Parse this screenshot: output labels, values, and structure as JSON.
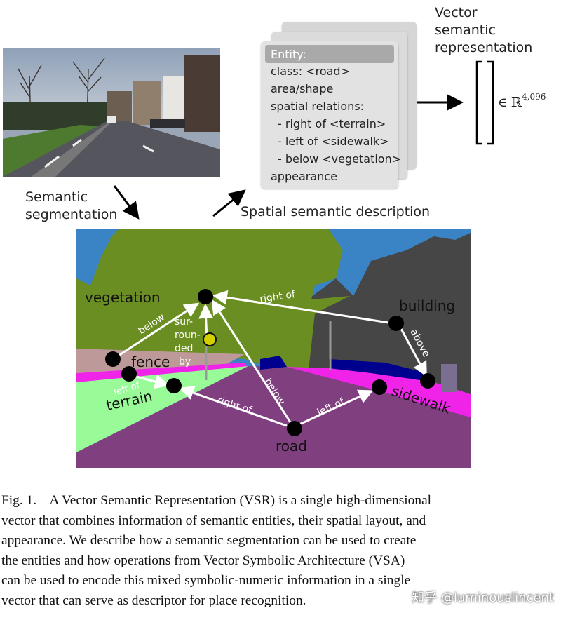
{
  "top": {
    "vector_heading": [
      "Vector",
      "semantic",
      "representation"
    ],
    "math": {
      "symbol": "∈ ℝ",
      "exponent": "4,096"
    },
    "seg_label": [
      "Semantic",
      "segmentation"
    ],
    "spatial_label": "Spatial semantic description"
  },
  "card": {
    "title": "Entity:",
    "lines": [
      "class: <road>",
      "area/shape",
      "spatial relations:",
      "- right of <terrain>",
      "- left of <sidewalk>",
      "- below <vegetation>",
      "appearance"
    ]
  },
  "segmap": {
    "classes": {
      "vegetation": "vegetation",
      "building": "building",
      "fence": "fence",
      "terrain": "terrain",
      "sidewalk": "sidewalk",
      "road": "road"
    },
    "relations": {
      "below_1": "below",
      "right_of_top": "right of",
      "surrounded": [
        "sur-",
        "roun-",
        "ded",
        "by"
      ],
      "above": "above",
      "left_of_small": "left of",
      "right_of_bottom": "right of",
      "below_2": "below",
      "left_of_bottom": "left of"
    },
    "colors": {
      "sky": "#3a83c4",
      "vegetation": "#6b8e23",
      "building": "#464646",
      "road": "#80407f",
      "sidewalk": "#f023e8",
      "terrain": "#98fb98",
      "fence": "#be9999",
      "car": "#00008e"
    }
  },
  "caption": {
    "lines": [
      "Fig. 1.    A Vector Semantic Representation (VSR) is a single high-dimensional",
      "vector that combines information of semantic entities, their spatial layout, and",
      "appearance. We describe how a semantic segmentation can be used to create",
      "the entities and how operations from Vector Symbolic Architecture (VSA)",
      "can be used to encode this mixed symbolic-numeric information in a single",
      "vector that can serve as descriptor for place recognition."
    ],
    "watermark": "知乎 @luminouslincent"
  }
}
